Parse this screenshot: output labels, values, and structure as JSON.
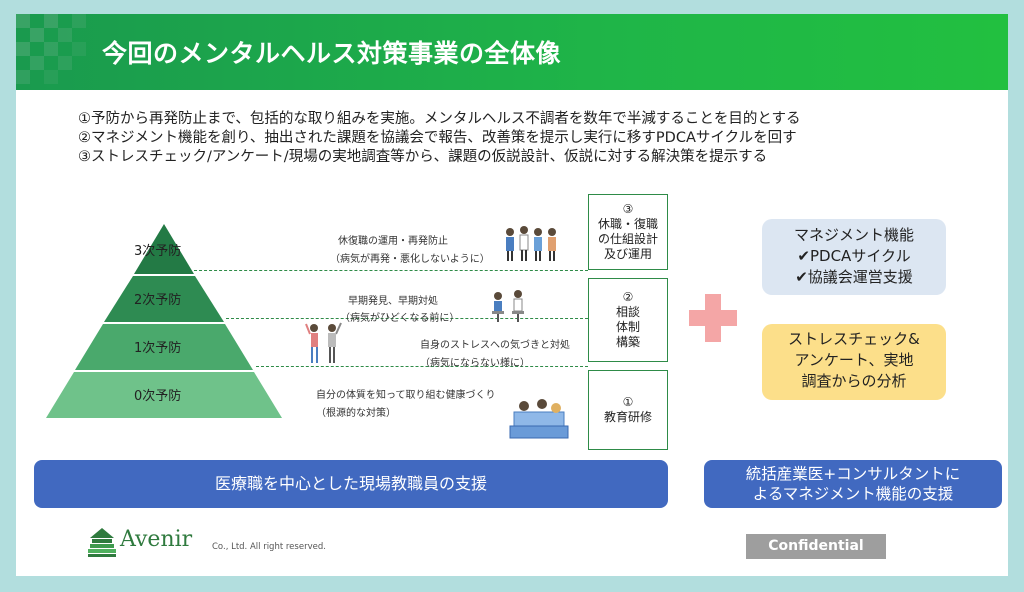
{
  "header": {
    "title": "今回のメンタルヘルス対策事業の全体像"
  },
  "goals": [
    "①予防から再発防止まで、包括的な取り組みを実施。メンタルヘルス不調者を数年で半減することを目的とする",
    "②マネジメント機能を創り、抽出された課題を協議会で報告、改善策を提示し実行に移すPDCAサイクルを回す",
    "③ストレスチェック/アンケート/現場の実地調査等から、課題の仮説設計、仮説に対する解決策を提示する"
  ],
  "pyramid": {
    "levels": [
      "3次予防",
      "2次予防",
      "1次予防",
      "0次予防"
    ],
    "colors": [
      "#237a45",
      "#2e8b52",
      "#4aa96c",
      "#6fc28a"
    ]
  },
  "descriptions": [
    {
      "main": "休復職の運用・再発防止",
      "sub": "（病気が再発・悪化しないように）"
    },
    {
      "main": "早期発見、早期対処",
      "sub": "（病気がひどくなる前に）"
    },
    {
      "main": "自身のストレスへの気づきと対処",
      "sub": "（病気にならない様に）"
    },
    {
      "main": "自分の体質を知って取り組む健康づくり",
      "sub": "（根源的な対策）"
    }
  ],
  "right_boxes": [
    "③\n休職・復職\nの仕組設計\n及び運用",
    "②\n相談\n体制\n構築",
    "①\n教育研修"
  ],
  "management": {
    "title": "マネジメント機能",
    "items": [
      "✔PDCAサイクル",
      "✔協議会運営支援"
    ]
  },
  "stress": {
    "lines": [
      "ストレスチェック&",
      "アンケート、実地",
      "調査からの分析"
    ]
  },
  "bottom": {
    "left": "医療職を中心とした現場教職員の支援",
    "right": [
      "統括産業医+コンサルタントに",
      "よるマネジメント機能の支援"
    ]
  },
  "footer": {
    "logo": "Avenir",
    "copyright": "Co., Ltd. All right reserved.",
    "confidential": "Confidential"
  },
  "colors": {
    "header_green": "#1fb548",
    "bar_blue": "#4169c0",
    "plus_pink": "#f4a6a6",
    "bubble_blue": "#dce6f2",
    "bubble_yellow": "#fcdf8a"
  }
}
